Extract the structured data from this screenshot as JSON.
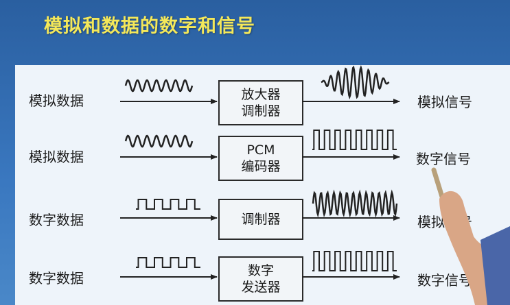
{
  "title": "模拟和数据的数字和信号",
  "rows": [
    {
      "input": "模拟数据",
      "device_line1": "放大器",
      "device_line2": "调制器",
      "output": "模拟信号"
    },
    {
      "input": "模拟数据",
      "device_line1": "PCM",
      "device_line2": "编码器",
      "output": "数字信号"
    },
    {
      "input": "数字数据",
      "device_line1": "调制器",
      "device_line2": "",
      "output": "模拟信号"
    },
    {
      "input": "数字数据",
      "device_line1": "数字",
      "device_line2": "发送器",
      "output": "数字信号"
    }
  ],
  "colors": {
    "title": "#f4e85a",
    "background": "#3a78c0",
    "panel": "#eef4fa",
    "line": "#222222"
  }
}
